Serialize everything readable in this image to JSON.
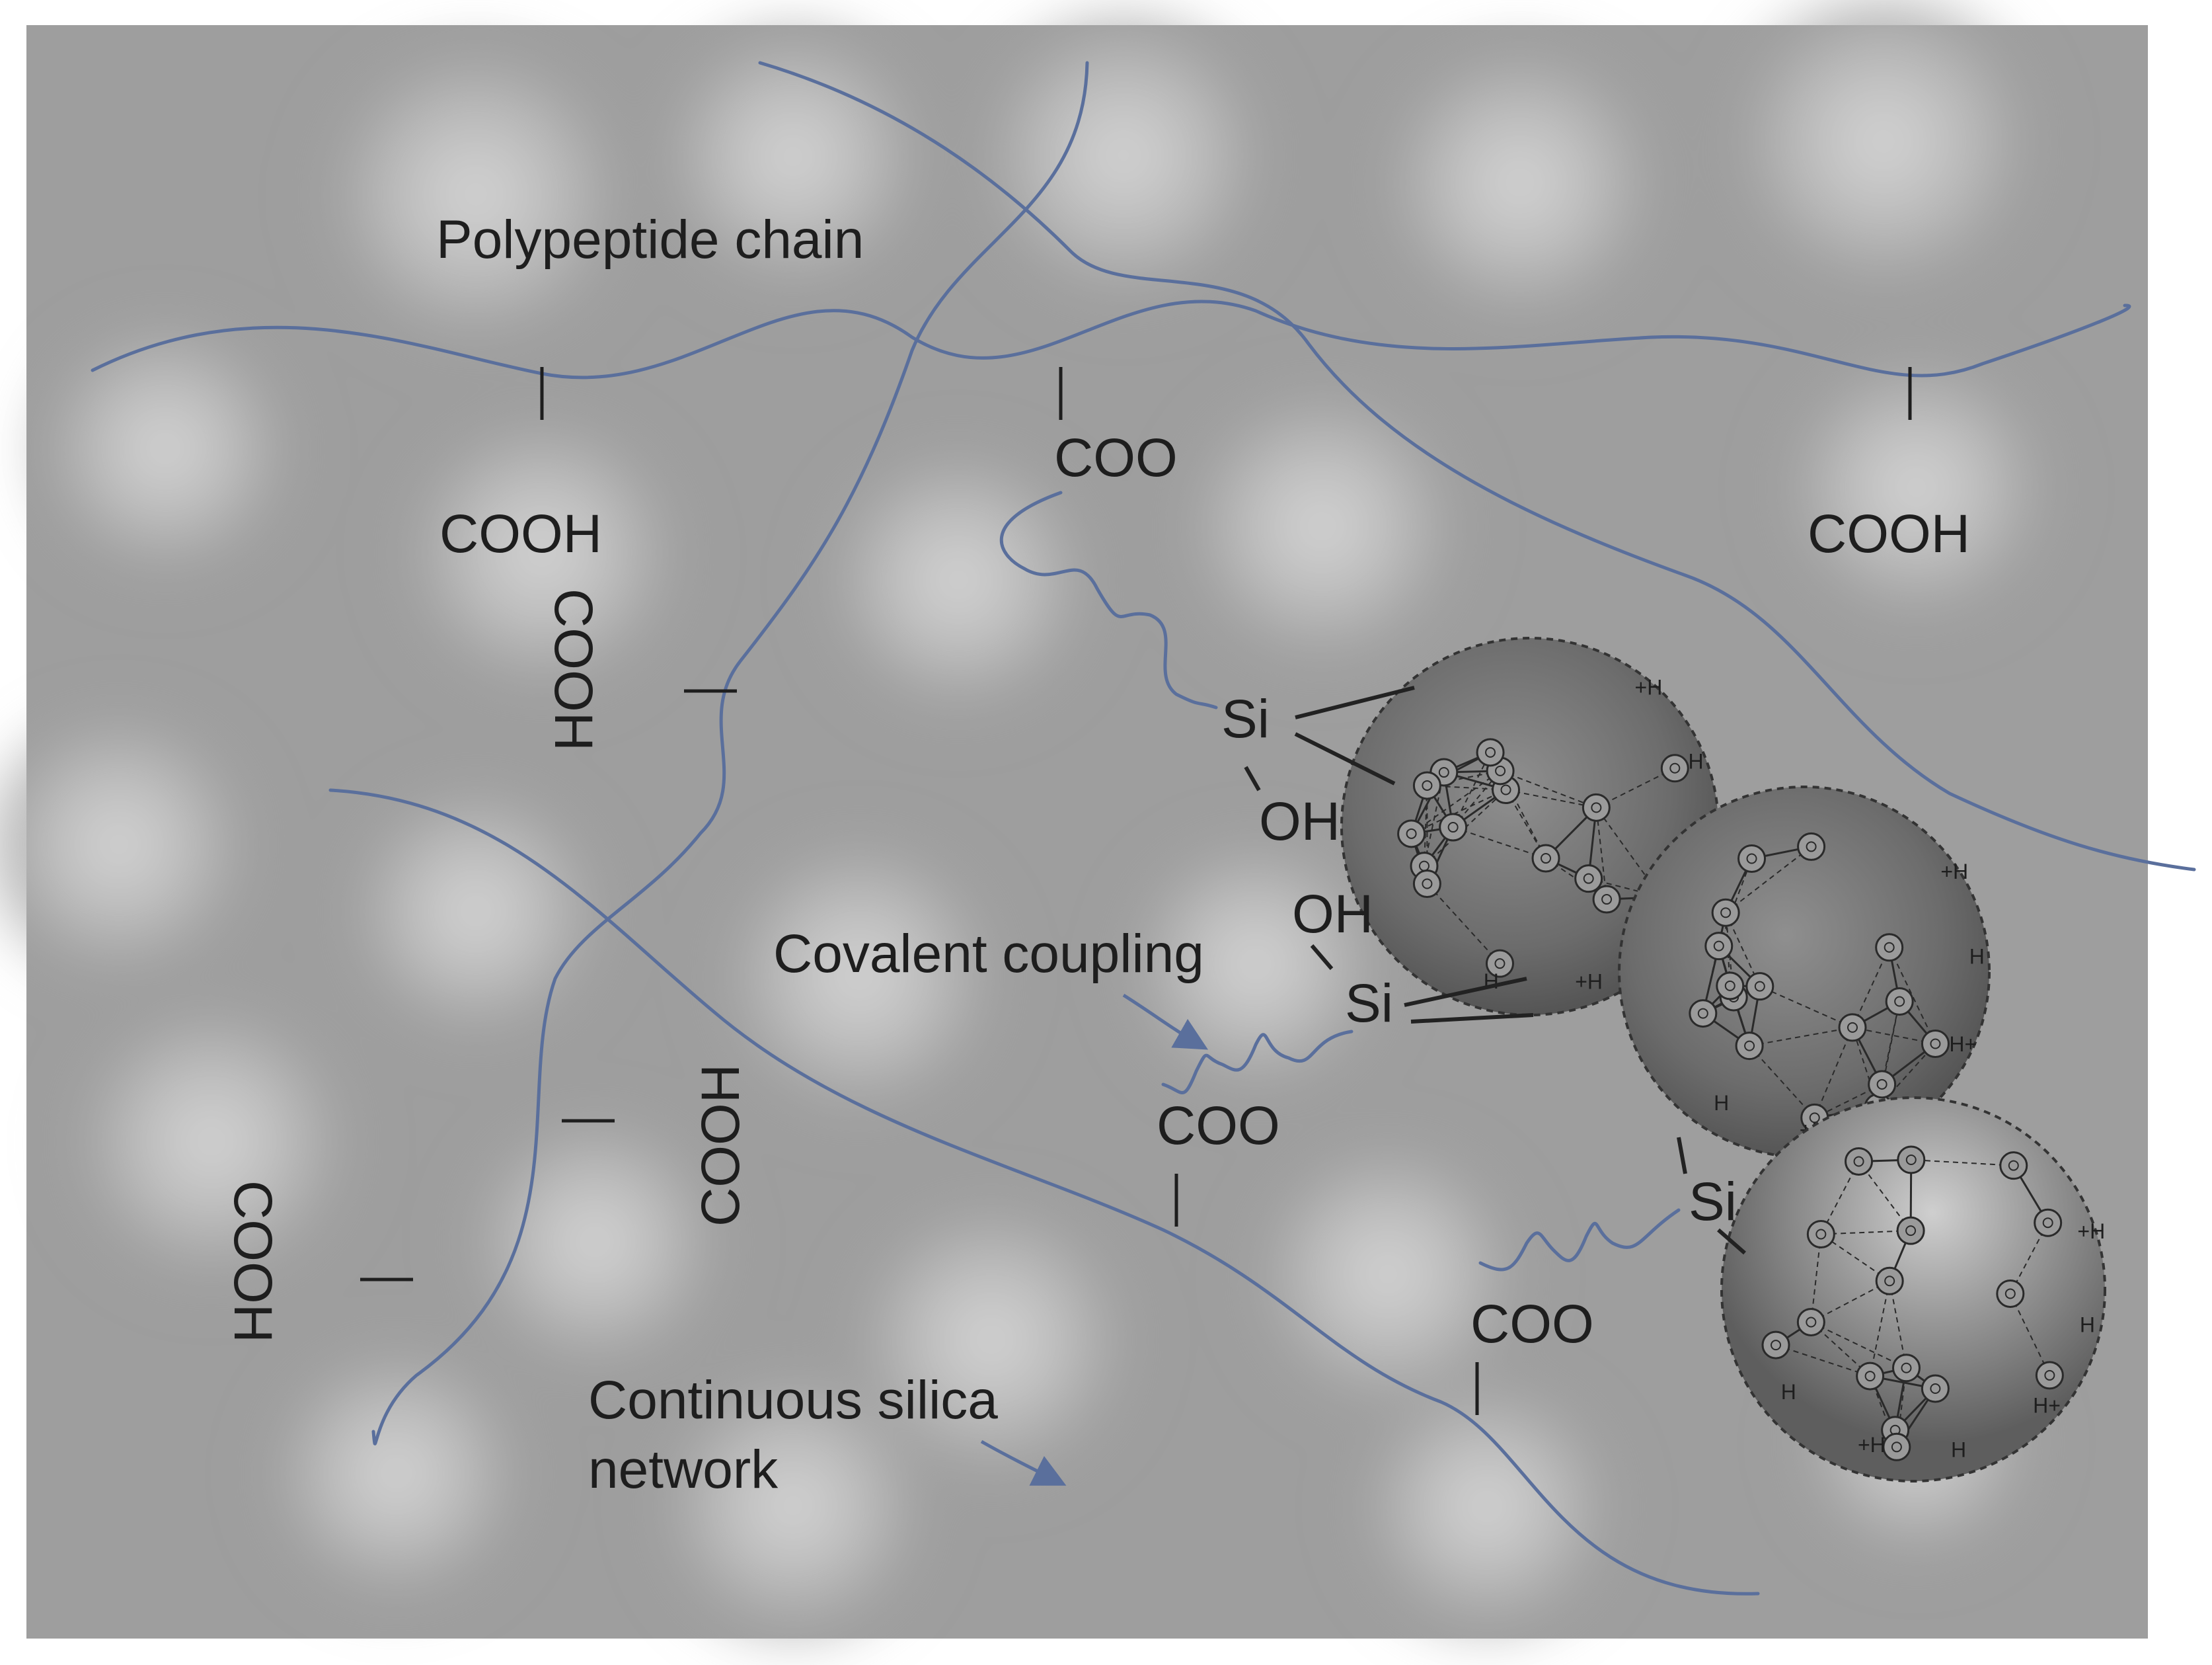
{
  "labels": {
    "polypeptide_chain": "Polypeptide chain",
    "covalent_coupling": "Covalent coupling",
    "continuous_silica_line1": "Continuous silica",
    "continuous_silica_line2": "network",
    "cooh": "COOH",
    "coo": "COO",
    "si": "Si",
    "oh": "OH",
    "h": "H",
    "h_plus": "H+",
    "plus_h": "+H"
  },
  "colors": {
    "chain": "#5a6f9c",
    "background": "#9c9c9c",
    "text": "#1e1e1e",
    "bond": "#222222"
  }
}
